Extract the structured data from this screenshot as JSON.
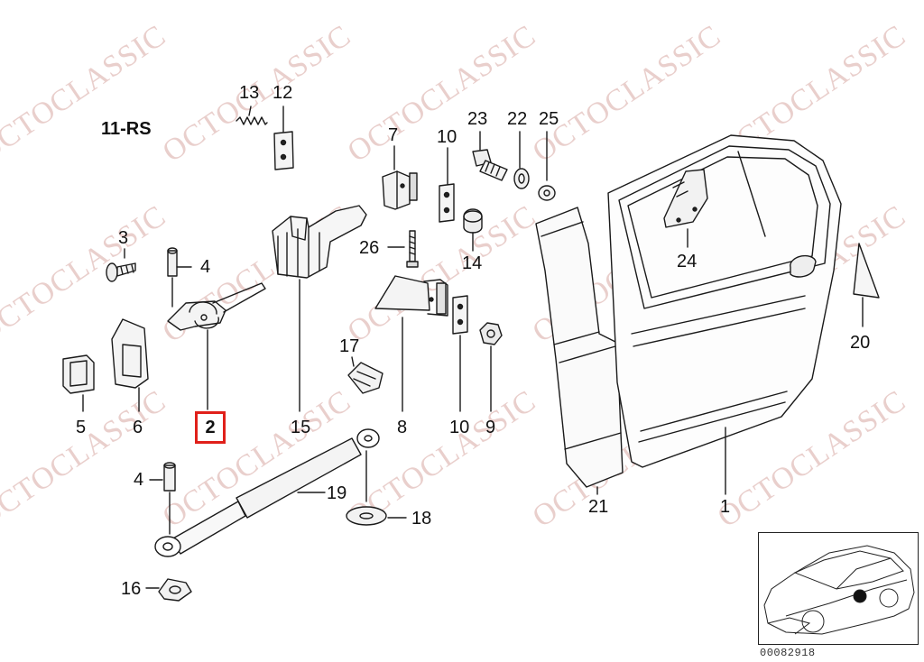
{
  "diagram": {
    "model_label": "11-RS",
    "diagram_code": "00082918",
    "watermark": "OCTOCLASSIC",
    "highlighted_callout": "2",
    "highlight_color": "#e0201a",
    "watermark_color": "#d8a8a4",
    "callouts": {
      "c1": "1",
      "c2": "2",
      "c3": "3",
      "c4a": "4",
      "c4b": "4",
      "c5": "5",
      "c6": "6",
      "c7": "7",
      "c8": "8",
      "c9": "9",
      "c10a": "10",
      "c10b": "10",
      "c12": "12",
      "c13": "13",
      "c14": "14",
      "c15": "15",
      "c16": "16",
      "c17": "17",
      "c18": "18",
      "c19": "19",
      "c20": "20",
      "c21": "21",
      "c22": "22",
      "c23": "23",
      "c24": "24",
      "c25": "25",
      "c26": "26"
    }
  }
}
